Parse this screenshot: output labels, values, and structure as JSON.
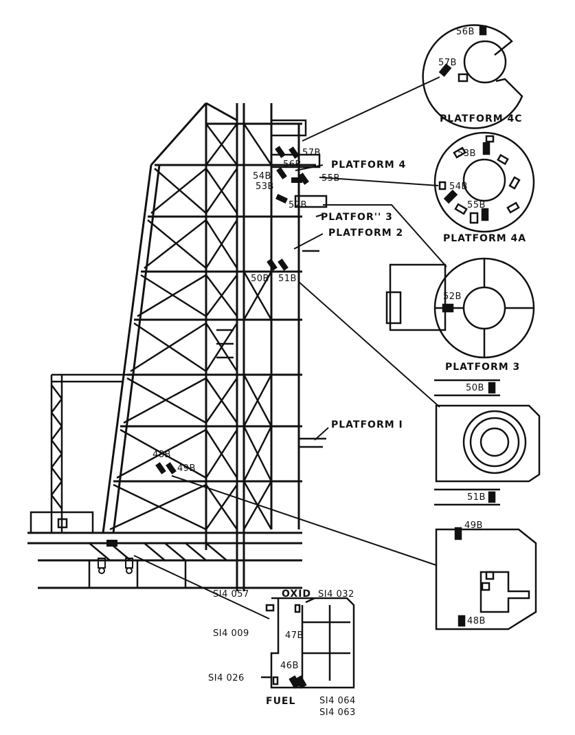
{
  "labels": {
    "platform4c": "PLATFORM 4C",
    "platform4": "PLATFORM 4",
    "platform4a": "PLATFORM 4A",
    "platform3_tower": "PLATFOR'' 3",
    "platform3_detail": "PLATFORM 3",
    "platform2": "PLATFORM 2",
    "platform1": "PLATFORM I",
    "fuel": "FUEL",
    "oxid": "OXID"
  },
  "sensors": {
    "s46": "46B",
    "s47": "47B",
    "s48": "48B",
    "s49": "49B",
    "s50": "50B",
    "s51": "51B",
    "s52": "52B",
    "s53": "53B",
    "s54": "54B",
    "s55": "55B",
    "s56": "56B",
    "s57": "57B"
  },
  "codes": {
    "c057": "SI4 057",
    "c032": "SI4 032",
    "c009": "SI4 009",
    "c026": "SI4 026",
    "c064": "SI4 064",
    "c063": "SI4 063"
  }
}
